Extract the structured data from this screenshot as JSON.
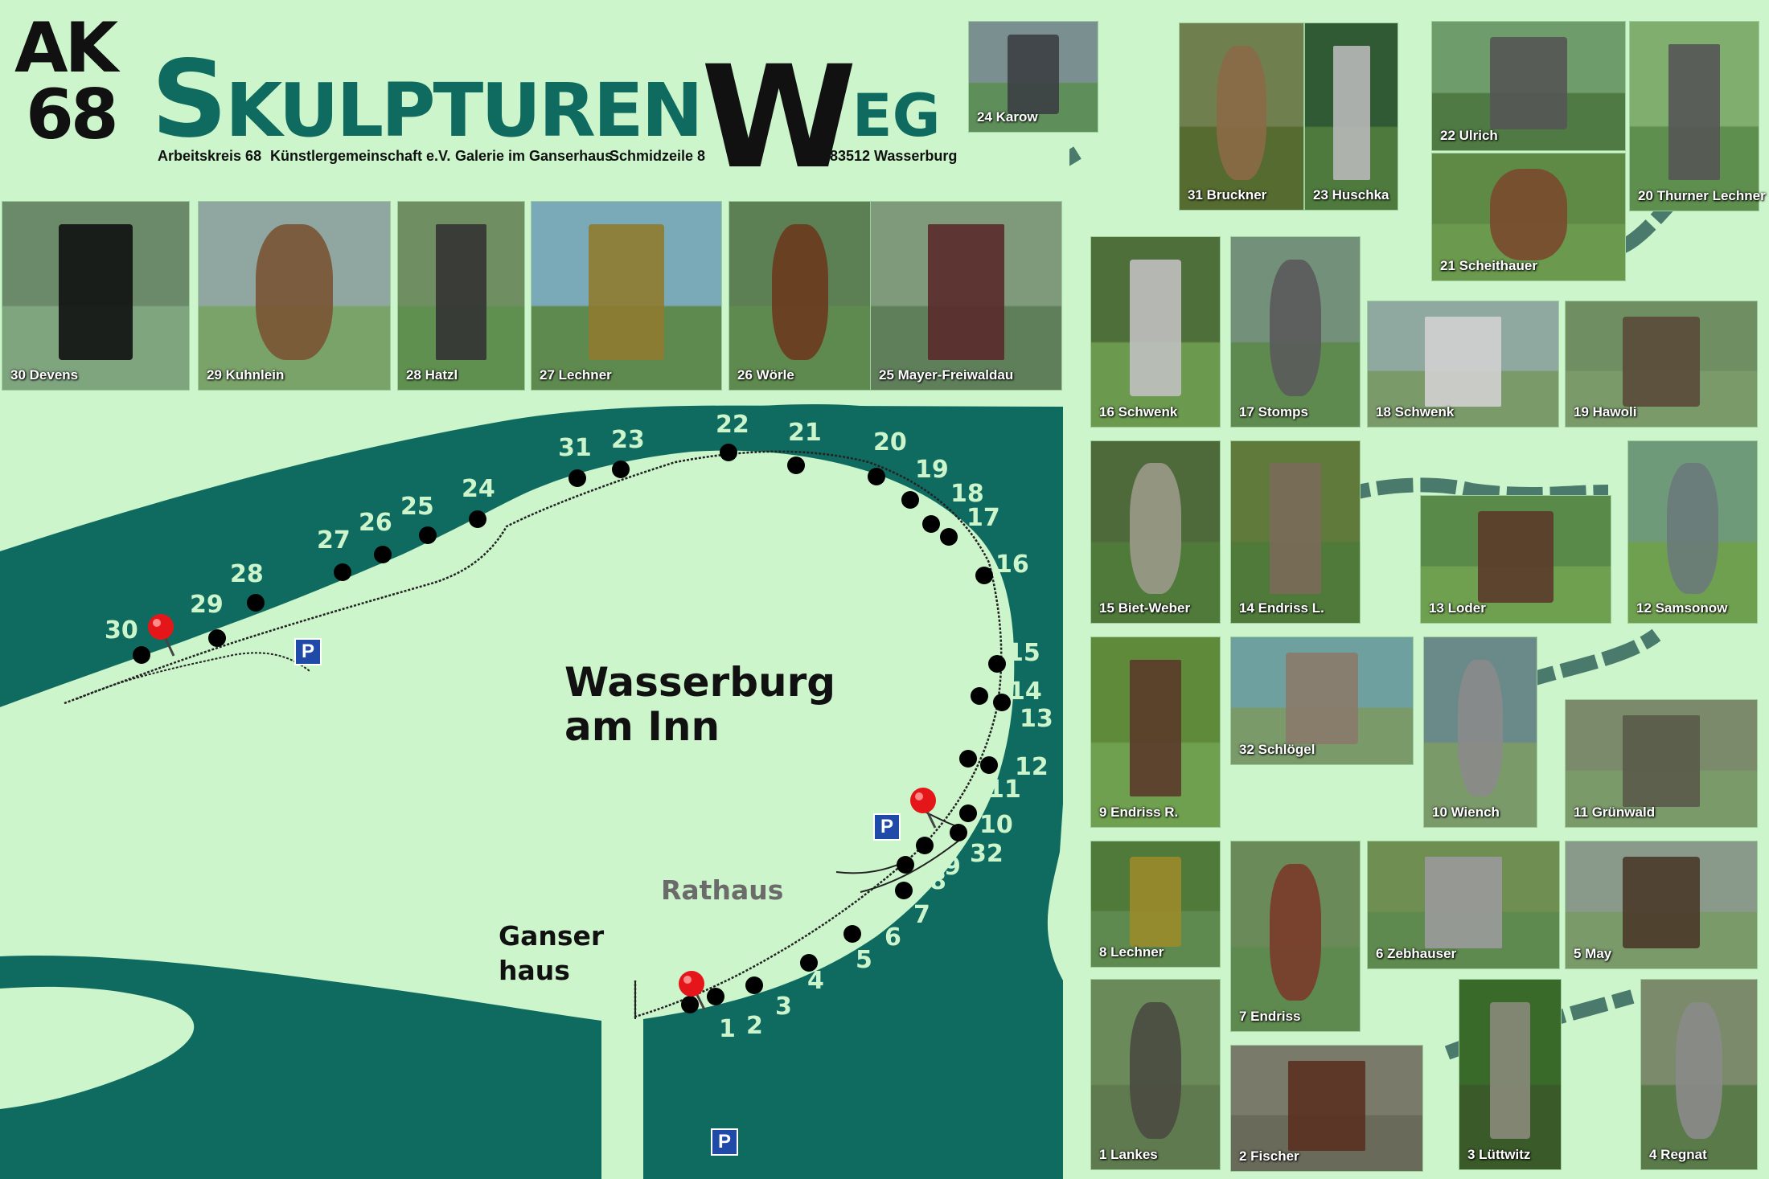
{
  "header": {
    "logo_line1": "AK",
    "logo_line2": "68",
    "title_part1": "Skulpturen",
    "title_part2": "W",
    "title_part3": "eg",
    "address_parts": [
      "Arbeitskreis 68",
      "Künstlergemeinschaft e.V.",
      "Galerie im Ganserhaus",
      "Schmidzeile 8",
      "83512 Wasserburg"
    ]
  },
  "map": {
    "city_line1": "Wasserburg",
    "city_line2": "am Inn",
    "rathaus": "Rathaus",
    "ganser_line1": "Ganser",
    "ganser_line2": "haus",
    "parking_label": "P",
    "numbers": [
      "30",
      "29",
      "28",
      "27",
      "26",
      "25",
      "24",
      "31",
      "23",
      "22",
      "21",
      "20",
      "19",
      "18",
      "17",
      "16",
      "15",
      "14",
      "13",
      "12",
      "11",
      "10",
      "32",
      "9",
      "8",
      "7",
      "6",
      "5",
      "4",
      "3",
      "2",
      "1"
    ],
    "colors": {
      "background": "#ccf5cc",
      "river": "#0f6b60",
      "path": "#4a7a6c",
      "marker": "#000000",
      "pin": "#e5161a",
      "parking": "#1f4aa8"
    }
  },
  "sculptures": [
    "24 Karow",
    "31 Bruckner",
    "23 Huschka",
    "22 Ulrich",
    "21 Scheithauer",
    "20 Thurner Lechner",
    "30 Devens",
    "29 Kuhnlein",
    "28 Hatzl",
    "27 Lechner",
    "26 Wörle",
    "25 Mayer-Freiwaldau",
    "16 Schwenk",
    "17 Stomps",
    "18 Schwenk",
    "19 Hawoli",
    "15 Biet-Weber",
    "14 Endriss L.",
    "13 Loder",
    "12 Samsonow",
    "9 Endriss R.",
    "32 Schlögel",
    "10 Wiench",
    "11 Grünwald",
    "8 Lechner",
    "7 Endriss",
    "6 Zebhauser",
    "5 May",
    "1 Lankes",
    "2 Fischer",
    "3 Lüttwitz",
    "4 Regnat"
  ]
}
